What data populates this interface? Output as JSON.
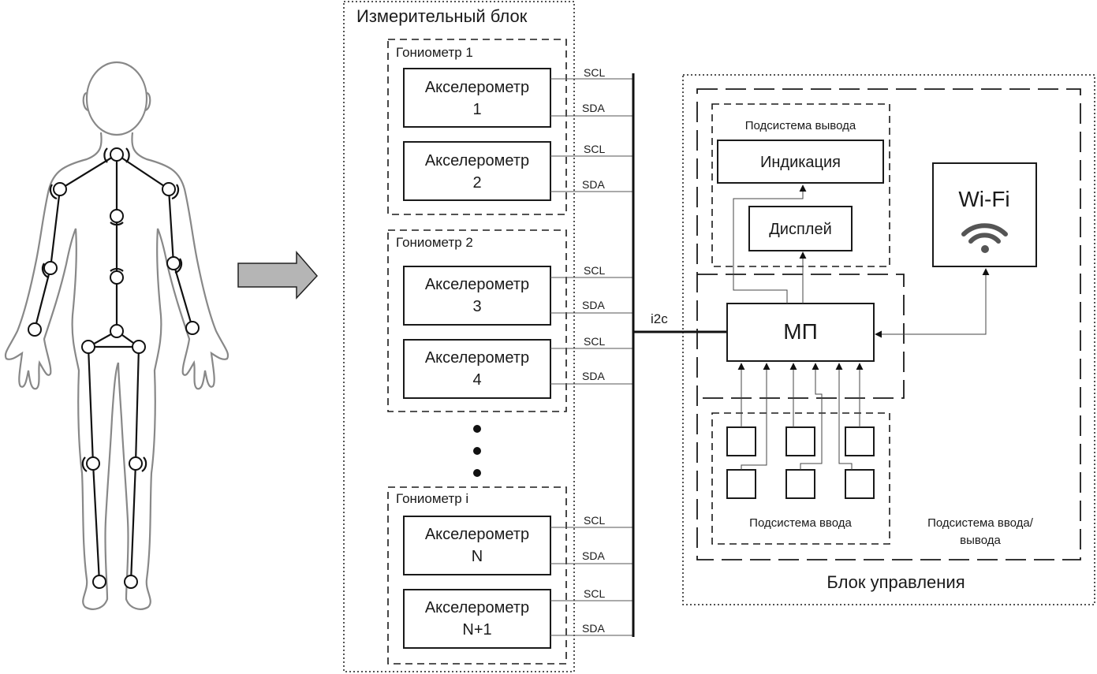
{
  "measurement_block": {
    "title": "Измерительный блок",
    "goniometers": [
      {
        "label": "Гониометр 1",
        "accelerometers": [
          {
            "name": "Акселерометр",
            "index": "1"
          },
          {
            "name": "Акселерометр",
            "index": "2"
          }
        ]
      },
      {
        "label": "Гониометр 2",
        "accelerometers": [
          {
            "name": "Акселерометр",
            "index": "3"
          },
          {
            "name": "Акселерометр",
            "index": "4"
          }
        ]
      },
      {
        "label": "Гониометр i",
        "accelerometers": [
          {
            "name": "Акселерометр",
            "index": "N"
          },
          {
            "name": "Акселерометр",
            "index": "N+1"
          }
        ]
      }
    ],
    "scl": "SCL",
    "sda": "SDA"
  },
  "bus_label": "i2c",
  "control_block": {
    "title": "Блок управления",
    "output_subsystem": "Подсистема вывода",
    "indication": "Индикация",
    "display": "Дисплей",
    "mp": "МП",
    "wifi": "Wi-Fi",
    "input_subsystem": "Подсистема ввода",
    "io_subsystem_line1": "Подсистема ввода/",
    "io_subsystem_line2": "вывода"
  },
  "colors": {
    "arrow_fill": "#b5b5b5",
    "line": "#1a1a1a",
    "body_outline": "#888888"
  }
}
